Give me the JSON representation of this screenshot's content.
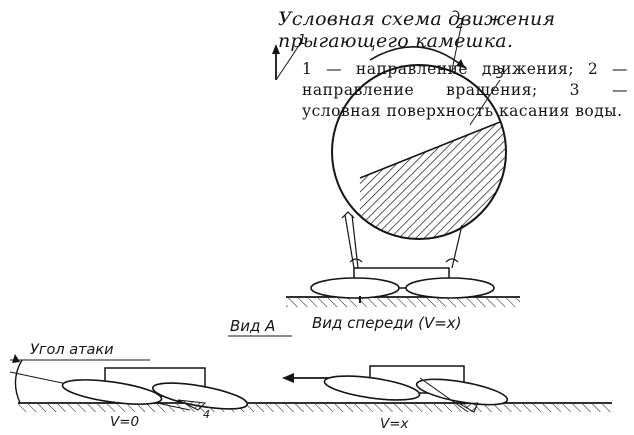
{
  "caption": {
    "title": "Условная схема движения прыгающего камешка.",
    "body": "1 — направление движения; 2 — направление вращения; 3 — условная поверхность касания воды."
  },
  "callouts": {
    "n1": "1",
    "n2": "2",
    "n3": "3",
    "n4": "4"
  },
  "labels": {
    "view_a": "Вид А",
    "front_view": "Вид спереди (V=x)",
    "attack_angle": "Угол атаки",
    "v_zero": "V=0",
    "v_x": "V=x"
  },
  "colors": {
    "ink": "#151515",
    "background": "#ffffff"
  }
}
